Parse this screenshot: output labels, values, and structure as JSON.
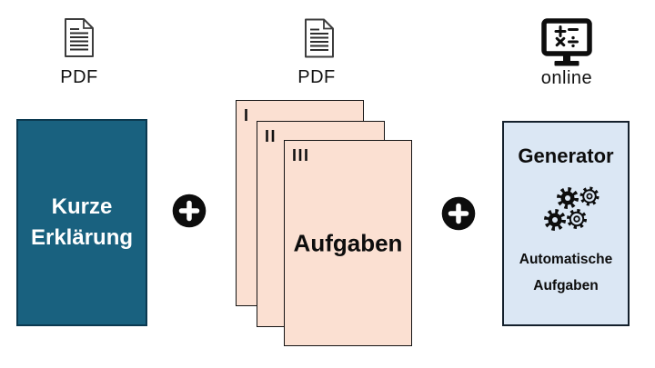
{
  "icons": {
    "left_top": "document-icon",
    "middle_top": "document-icon",
    "right_top": "monitor-math-icon",
    "connector": "plus-icon",
    "generator": "gears-icon"
  },
  "palette": {
    "teal": "#19617F",
    "teal_border": "#0B3950",
    "peach": "#FBE0D2",
    "page_border": "#141414",
    "light_blue": "#DBE7F4",
    "blue_box_border": "#14202C",
    "icon_black": "#0D0D0D",
    "text_black": "#111111",
    "text_white": "#FFFFFF"
  },
  "left_column": {
    "format_label": "PDF",
    "card": {
      "title_lines": [
        "Kurze",
        "Erklärung"
      ]
    }
  },
  "middle_column": {
    "format_label": "PDF",
    "stack": {
      "page_numerals": [
        "I",
        "II",
        "III"
      ],
      "title": "Aufgaben"
    }
  },
  "right_column": {
    "platform_label": "online",
    "card": {
      "title": "Generator",
      "subtitle_lines": [
        "Automatische",
        "Aufgaben"
      ]
    }
  },
  "operators": {
    "plus_symbol": "+"
  }
}
